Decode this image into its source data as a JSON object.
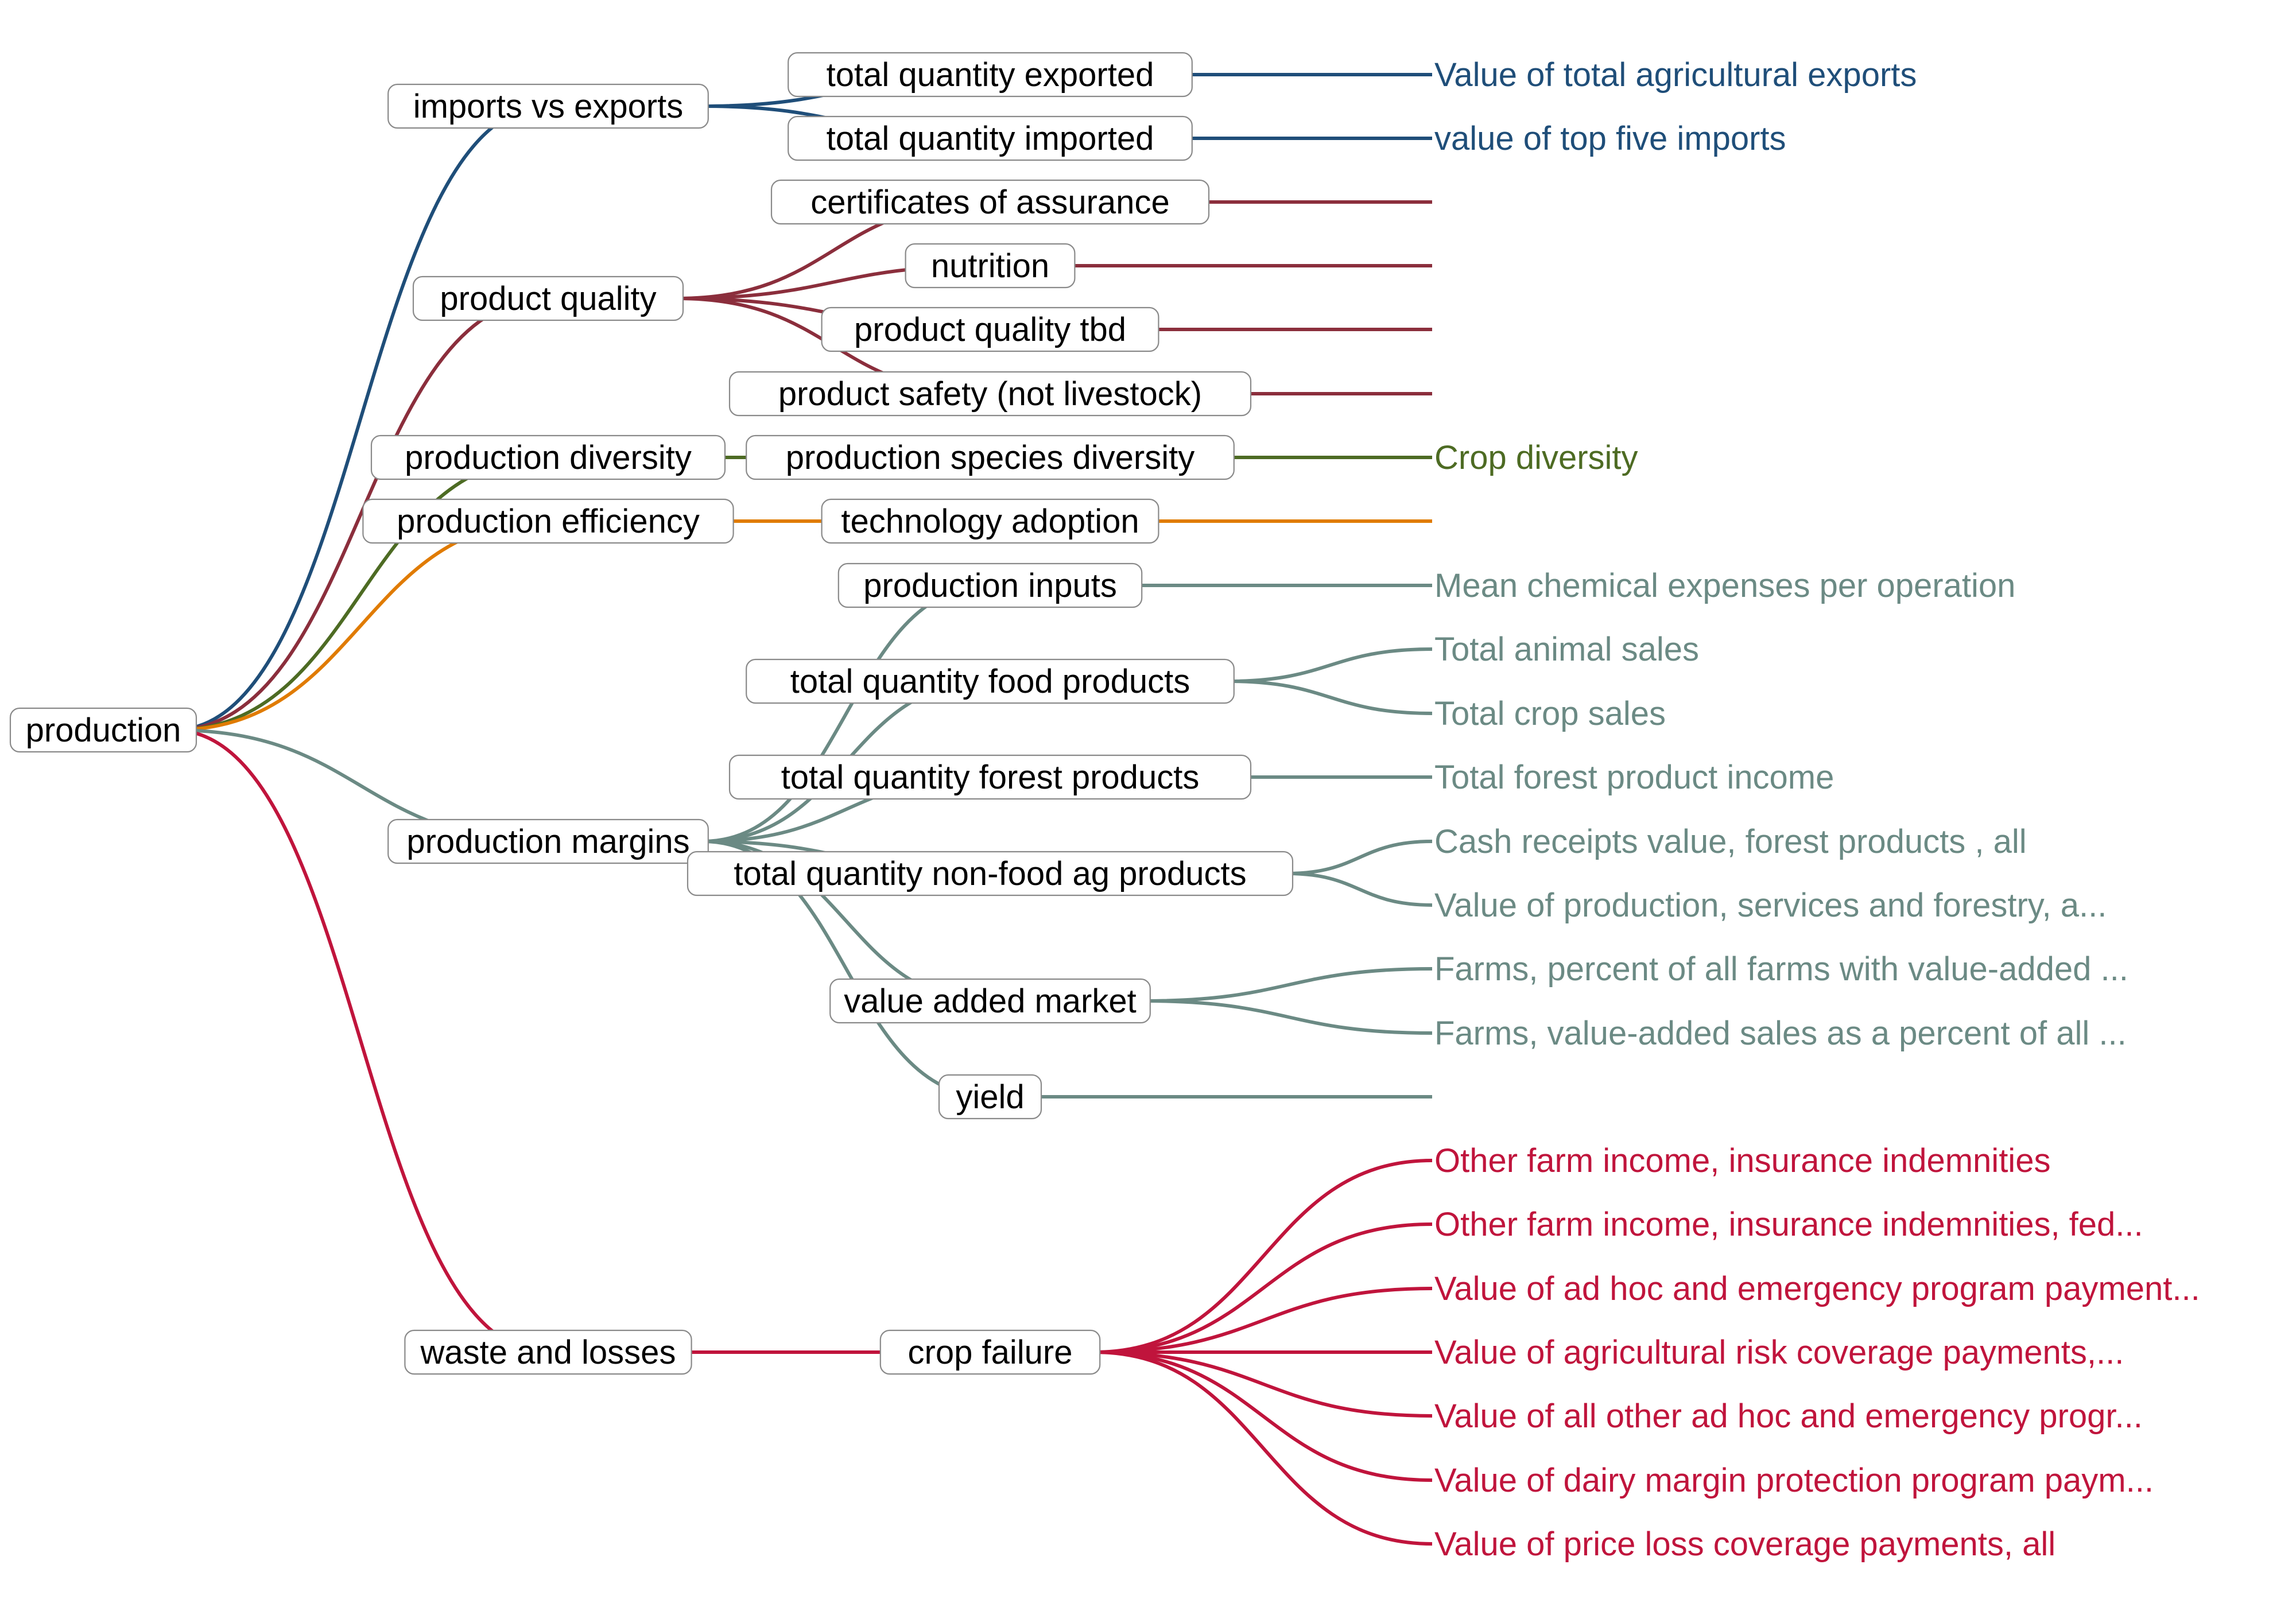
{
  "tree": {
    "label": "production",
    "children": [
      {
        "label": "imports vs exports",
        "color": "#1f4e79",
        "children": [
          {
            "label": "total quantity exported",
            "children": [
              {
                "label": "Value of total agricultural exports"
              }
            ]
          },
          {
            "label": "total quantity imported",
            "children": [
              {
                "label": "value of top five imports"
              }
            ]
          }
        ]
      },
      {
        "label": "product quality",
        "color": "#8b2e3c",
        "children": [
          {
            "label": "certificates of assurance",
            "children": [
              {
                "label": ""
              }
            ]
          },
          {
            "label": "nutrition",
            "children": [
              {
                "label": ""
              }
            ]
          },
          {
            "label": "product quality tbd",
            "children": [
              {
                "label": ""
              }
            ]
          },
          {
            "label": "product safety (not livestock)",
            "children": [
              {
                "label": ""
              }
            ]
          }
        ]
      },
      {
        "label": "production diversity",
        "color": "#4d6b23",
        "children": [
          {
            "label": "production species diversity",
            "children": [
              {
                "label": "Crop diversity"
              }
            ]
          }
        ]
      },
      {
        "label": "production efficiency",
        "color": "#e07b00",
        "children": [
          {
            "label": "technology adoption",
            "children": [
              {
                "label": ""
              }
            ]
          }
        ]
      },
      {
        "label": "production margins",
        "color": "#6b8a84",
        "children": [
          {
            "label": "production inputs",
            "children": [
              {
                "label": "Mean chemical expenses per operation"
              }
            ]
          },
          {
            "label": "total quantity food products",
            "children": [
              {
                "label": "Total animal sales"
              },
              {
                "label": "Total crop sales"
              }
            ]
          },
          {
            "label": "total quantity forest products",
            "children": [
              {
                "label": "Total forest product income"
              }
            ]
          },
          {
            "label": "total quantity non-food ag products",
            "children": [
              {
                "label": "Cash receipts value, forest products , all"
              },
              {
                "label": "Value of production, services and forestry, a..."
              }
            ]
          },
          {
            "label": "value added market",
            "children": [
              {
                "label": "Farms, percent of all farms with value-added ..."
              },
              {
                "label": "Farms, value-added sales as a percent of all ..."
              }
            ]
          },
          {
            "label": "yield",
            "children": [
              {
                "label": ""
              }
            ]
          }
        ]
      },
      {
        "label": "waste and losses",
        "color": "#c0143c",
        "children": [
          {
            "label": "crop failure",
            "children": [
              {
                "label": "Other farm income, insurance indemnities"
              },
              {
                "label": "Other farm income, insurance indemnities, fed..."
              },
              {
                "label": "Value of ad hoc and emergency program payment..."
              },
              {
                "label": "Value of agricultural risk coverage payments,..."
              },
              {
                "label": "Value of all other ad hoc and emergency progr..."
              },
              {
                "label": "Value of dairy margin protection program paym..."
              },
              {
                "label": "Value of price loss coverage payments, all"
              }
            ]
          }
        ]
      }
    ]
  }
}
